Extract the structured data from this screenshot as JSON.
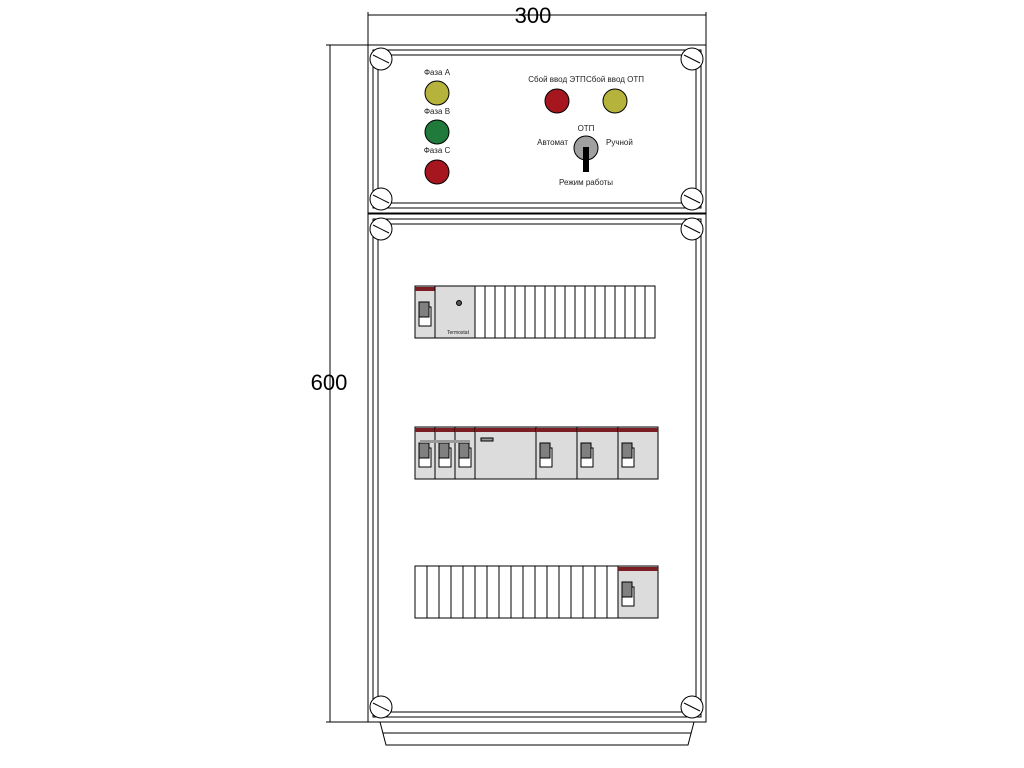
{
  "dimensions": {
    "width": "300",
    "height": "600"
  },
  "indicators": [
    {
      "label": "Фаза A",
      "color": "#b5b33c"
    },
    {
      "label": "Фаза B",
      "color": "#1f7a3c"
    },
    {
      "label": "Фаза C",
      "color": "#a6161f"
    },
    {
      "label": "Сбой ввод ЭТП",
      "color": "#a6161f"
    },
    {
      "label": "Сбой ввод ОТП",
      "color": "#b5b33c"
    }
  ],
  "switch": {
    "top": "ОТП",
    "left": "Автомат",
    "right": "Ручной",
    "bottom": "Режим работы"
  },
  "module_label": "Termostat",
  "colors": {
    "module_band": "#7a1e24",
    "module_body": "#dcdcdc",
    "handle": "#808080"
  }
}
